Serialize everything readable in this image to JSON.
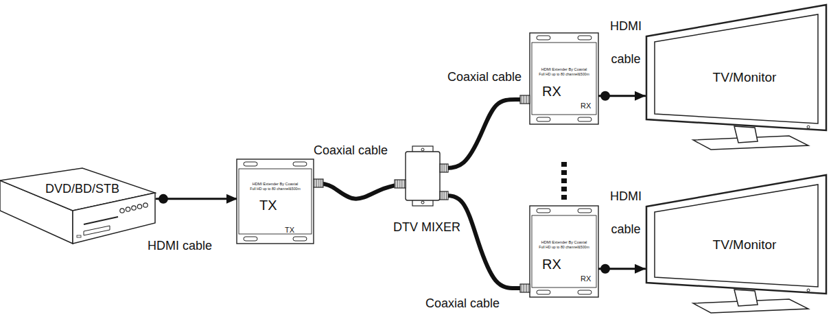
{
  "diagram": {
    "nodes": [
      {
        "text": [
          "DVD/BD/STB"
        ]
      },
      {
        "text": [
          "HDMI Extender By Coaxial",
          "Full HD up to 80 channel&500m",
          "TX",
          "TX"
        ]
      },
      {
        "text": [
          "DTV MIXER"
        ]
      },
      {
        "text": [
          "HDMI Extender By Coaxial",
          "Full HD up to 80 channel&500m",
          "RX",
          "RX"
        ]
      },
      {
        "text": [
          "HDMI Extender By Coaxial",
          "Full HD up to 80 channel&500m",
          "RX",
          "RX"
        ]
      },
      {
        "text": [
          "TV/Monitor"
        ]
      },
      {
        "text": [
          "TV/Monitor"
        ]
      }
    ],
    "edges": [
      {
        "from": 0,
        "to": 1,
        "arrow": "to",
        "label": "HDMI cable"
      },
      {
        "from": 1,
        "to": 2,
        "arrow": "none",
        "label": "Coaxial cable"
      },
      {
        "from": 2,
        "to": 3,
        "arrow": "none",
        "label": "Coaxial cable"
      },
      {
        "from": 2,
        "to": 4,
        "arrow": "none",
        "label": "Coaxial cable"
      },
      {
        "from": 3,
        "to": 5,
        "arrow": "to",
        "label": "HDMI cable"
      },
      {
        "from": 4,
        "to": 6,
        "arrow": "to",
        "label": "HDMI cable"
      }
    ]
  }
}
